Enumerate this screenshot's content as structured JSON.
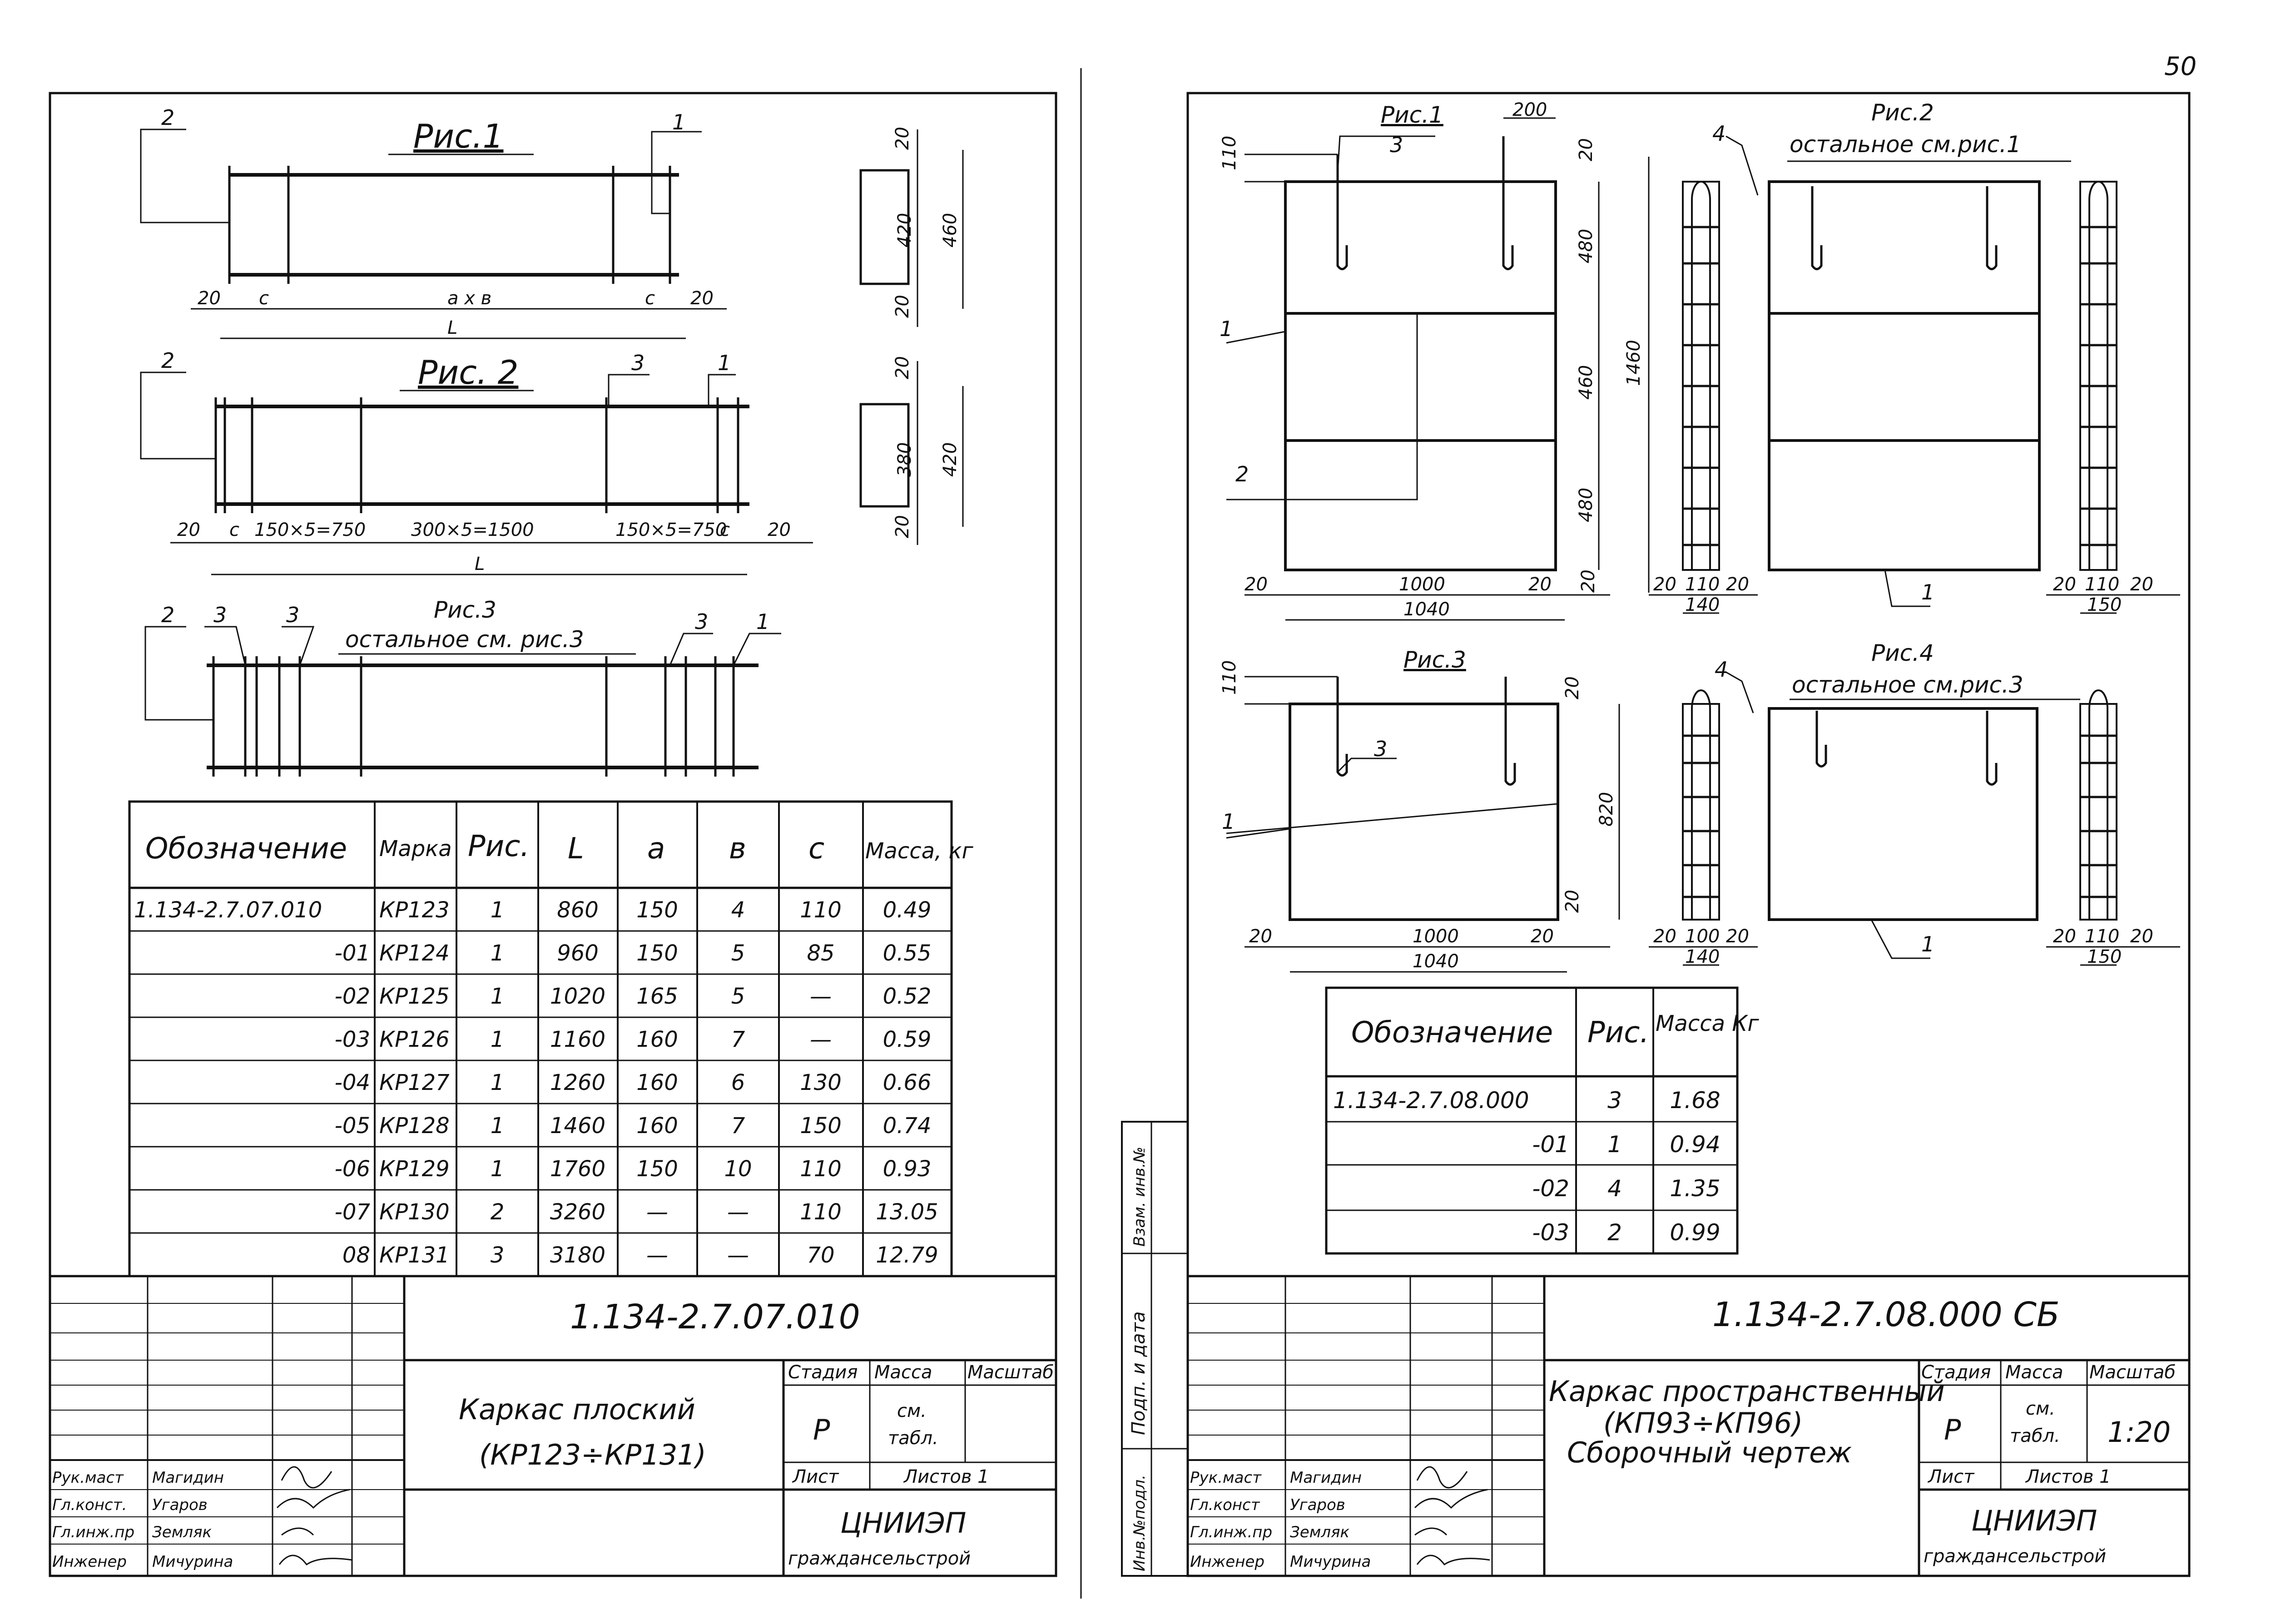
{
  "page_number": "50",
  "left_sheet": {
    "fig1": {
      "title": "Рис.1",
      "callouts": [
        "2",
        "1"
      ],
      "dims": [
        "20",
        "c",
        "a x в",
        "c",
        "20",
        "L"
      ],
      "section_dims": [
        "20",
        "420",
        "460",
        "20"
      ]
    },
    "fig2": {
      "title": "Рис. 2",
      "callouts": [
        "2",
        "3",
        "1"
      ],
      "dims": [
        "20",
        "c",
        "150×5=750",
        "300×5=1500",
        "150×5=750",
        "c",
        "20",
        "L"
      ],
      "section_dims": [
        "20",
        "380",
        "420",
        "20"
      ]
    },
    "fig3": {
      "title": "Рис.3",
      "subtitle": "остальное см. рис.3",
      "callouts": [
        "2",
        "3",
        "3",
        "3",
        "1"
      ]
    },
    "table": {
      "headers": [
        "Обозначение",
        "Марка",
        "Рис.",
        "L",
        "a",
        "в",
        "c",
        "Масса, кг"
      ],
      "rows": [
        [
          "1.134-2.7.07.010",
          "КР123",
          "1",
          "860",
          "150",
          "4",
          "110",
          "0.49"
        ],
        [
          "-01",
          "КР124",
          "1",
          "960",
          "150",
          "5",
          "85",
          "0.55"
        ],
        [
          "-02",
          "КР125",
          "1",
          "1020",
          "165",
          "5",
          "—",
          "0.52"
        ],
        [
          "-03",
          "КР126",
          "1",
          "1160",
          "160",
          "7",
          "—",
          "0.59"
        ],
        [
          "-04",
          "КР127",
          "1",
          "1260",
          "160",
          "6",
          "130",
          "0.66"
        ],
        [
          "-05",
          "КР128",
          "1",
          "1460",
          "160",
          "7",
          "150",
          "0.74"
        ],
        [
          "-06",
          "КР129",
          "1",
          "1760",
          "150",
          "10",
          "110",
          "0.93"
        ],
        [
          "-07",
          "КР130",
          "2",
          "3260",
          "—",
          "—",
          "110",
          "13.05"
        ],
        [
          "08",
          "КР131",
          "3",
          "3180",
          "—",
          "—",
          "70",
          "12.79"
        ]
      ]
    },
    "title_block": {
      "code": "1.134-2.7.07.010",
      "name_line1": "Каркас плоский",
      "name_line2": "(КР123÷КР131)",
      "stage_label": "Стадия",
      "mass_label": "Масса",
      "scale_label": "Масштаб",
      "stage": "Р",
      "mass_line1": "см.",
      "mass_line2": "табл.",
      "scale": "",
      "sheet_label": "Лист",
      "sheets_label": "Листов 1",
      "org_line1": "ЦНИИЭП",
      "org_line2": "граждансельстрой",
      "roles": [
        "Рук.маст",
        "Гл.конст.",
        "Гл.инж.пр",
        "Инженер"
      ],
      "names": [
        "Магидин",
        "Угаров",
        "Земляк",
        "Мичурина"
      ]
    }
  },
  "right_sheet": {
    "side_stamp": [
      "Инв.№подл.",
      "Подп. и дата",
      "Взам. инв.№"
    ],
    "fig1": {
      "title": "Рис.1",
      "callouts": [
        "3",
        "1",
        "2"
      ],
      "dims": [
        "200",
        "110",
        "20",
        "480",
        "460",
        "480",
        "1460",
        "20",
        "1000",
        "20",
        "1040",
        "20"
      ],
      "side_dims": [
        "4",
        "20",
        "110",
        "20",
        "140"
      ]
    },
    "fig2": {
      "title": "Рис.2",
      "subtitle": "остальное см.рис.1",
      "callouts": [
        "1"
      ],
      "side_dims": [
        "20",
        "110",
        "20",
        "150"
      ]
    },
    "fig3": {
      "title": "Рис.3",
      "callouts": [
        "3",
        "1"
      ],
      "dims": [
        "110",
        "20",
        "820",
        "20",
        "20",
        "1000",
        "20",
        "1040"
      ],
      "side_dims": [
        "4",
        "20",
        "100",
        "20",
        "140"
      ]
    },
    "fig4": {
      "title": "Рис.4",
      "subtitle": "остальное см.рис.3",
      "callouts": [
        "1"
      ],
      "side_dims": [
        "20",
        "110",
        "20",
        "150"
      ]
    },
    "table": {
      "headers": [
        "Обозначение",
        "Рис.",
        "Масса Кг"
      ],
      "rows": [
        [
          "1.134-2.7.08.000",
          "3",
          "1.68"
        ],
        [
          "-01",
          "1",
          "0.94"
        ],
        [
          "-02",
          "4",
          "1.35"
        ],
        [
          "-03",
          "2",
          "0.99"
        ]
      ]
    },
    "title_block": {
      "code": "1.134-2.7.08.000 СБ",
      "name_line1": "Каркас пространственный",
      "name_line2": "(КП93÷КП96)",
      "name_line3": "Сборочный чертеж",
      "stage_label": "Стадия",
      "mass_label": "Масса",
      "scale_label": "Масштаб",
      "stage": "Р",
      "mass_line1": "см.",
      "mass_line2": "табл.",
      "scale": "1:20",
      "sheet_label": "Лист",
      "sheets_label": "Листов 1",
      "org_line1": "ЦНИИЭП",
      "org_line2": "граждансельстрой",
      "roles": [
        "Рук.маст",
        "Гл.конст",
        "Гл.инж.пр",
        "Инженер"
      ],
      "names": [
        "Магидин",
        "Угаров",
        "Земляк",
        "Мичурина"
      ]
    }
  }
}
